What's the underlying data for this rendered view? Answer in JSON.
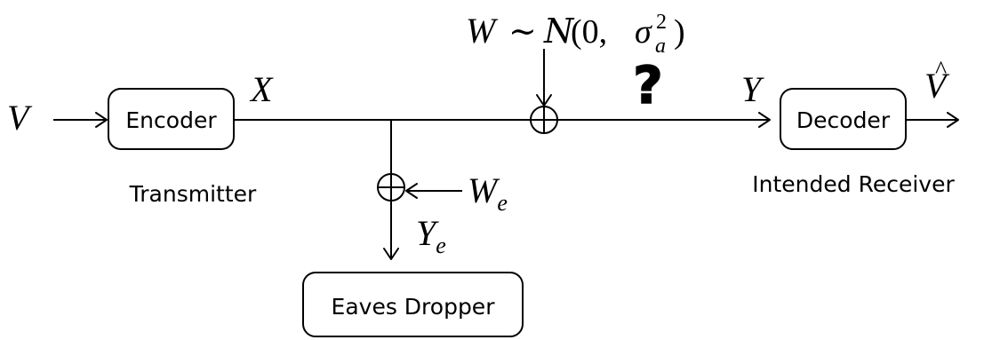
{
  "blocks": {
    "encoder": "Encoder",
    "decoder": "Decoder",
    "eavesdropper": "Eaves Dropper"
  },
  "captions": {
    "transmitter": "Transmitter",
    "receiver": "Intended Receiver"
  },
  "signals": {
    "input": "V",
    "channel_input": "X",
    "channel_output": "Y",
    "estimate": "V",
    "estimate_accent": "^",
    "eve_noise_base": "W",
    "eve_noise_sub": "e",
    "eve_output_base": "Y",
    "eve_output_sub": "e"
  },
  "noise_label": {
    "W": "W",
    "tilde": "∼",
    "N": "N",
    "open": "(0, ",
    "sigma": "σ",
    "sup": "2",
    "sub": "a",
    "close": ")"
  },
  "unknown_mark": "?"
}
